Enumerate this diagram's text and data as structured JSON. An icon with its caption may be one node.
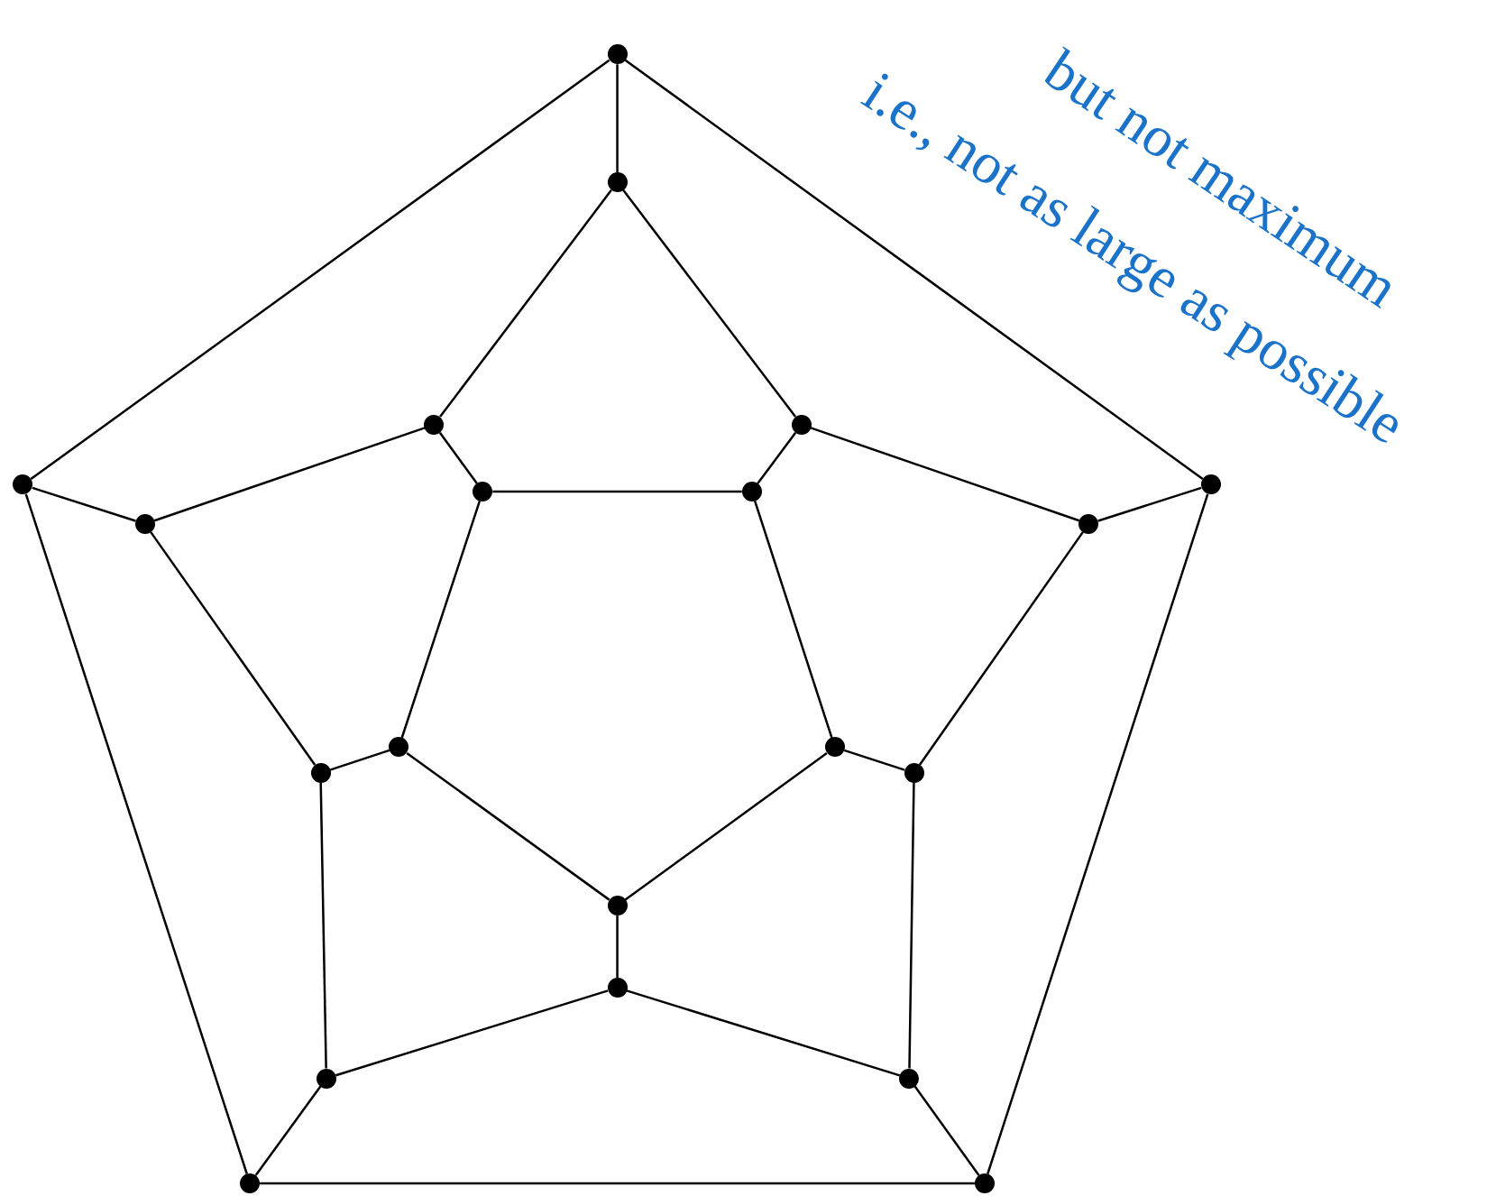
{
  "diagram": {
    "nodes": [
      {
        "text": [],
        "shape": "circle"
      },
      {
        "text": [],
        "shape": "circle"
      },
      {
        "text": [],
        "shape": "circle"
      },
      {
        "text": [],
        "shape": "circle"
      },
      {
        "text": [],
        "shape": "circle"
      },
      {
        "text": [],
        "shape": "circle"
      },
      {
        "text": [],
        "shape": "circle"
      },
      {
        "text": [],
        "shape": "circle"
      },
      {
        "text": [],
        "shape": "circle"
      },
      {
        "text": [],
        "shape": "circle"
      },
      {
        "text": [],
        "shape": "circle"
      },
      {
        "text": [],
        "shape": "circle"
      },
      {
        "text": [],
        "shape": "circle"
      },
      {
        "text": [],
        "shape": "circle"
      },
      {
        "text": [],
        "shape": "circle"
      },
      {
        "text": [],
        "shape": "circle"
      },
      {
        "text": [],
        "shape": "circle"
      },
      {
        "text": [],
        "shape": "circle"
      },
      {
        "text": [],
        "shape": "circle"
      },
      {
        "text": [],
        "shape": "circle"
      }
    ],
    "edges": [
      {
        "from": 0,
        "to": 1,
        "arrow": "none"
      },
      {
        "from": 0,
        "to": 4,
        "arrow": "none"
      },
      {
        "from": 0,
        "to": 5,
        "arrow": "none"
      },
      {
        "from": 1,
        "to": 2,
        "arrow": "none"
      },
      {
        "from": 1,
        "to": 3,
        "arrow": "none"
      },
      {
        "from": 2,
        "to": 6,
        "arrow": "none"
      },
      {
        "from": 2,
        "to": 8,
        "arrow": "none"
      },
      {
        "from": 3,
        "to": 7,
        "arrow": "none"
      },
      {
        "from": 3,
        "to": 9,
        "arrow": "none"
      },
      {
        "from": 6,
        "to": 7,
        "arrow": "none"
      },
      {
        "from": 4,
        "to": 8,
        "arrow": "none"
      },
      {
        "from": 5,
        "to": 9,
        "arrow": "none"
      },
      {
        "from": 4,
        "to": 18,
        "arrow": "none"
      },
      {
        "from": 5,
        "to": 19,
        "arrow": "none"
      },
      {
        "from": 8,
        "to": 12,
        "arrow": "none"
      },
      {
        "from": 9,
        "to": 13,
        "arrow": "none"
      },
      {
        "from": 6,
        "to": 10,
        "arrow": "none"
      },
      {
        "from": 7,
        "to": 11,
        "arrow": "none"
      },
      {
        "from": 10,
        "to": 12,
        "arrow": "none"
      },
      {
        "from": 11,
        "to": 13,
        "arrow": "none"
      },
      {
        "from": 10,
        "to": 14,
        "arrow": "none"
      },
      {
        "from": 11,
        "to": 14,
        "arrow": "none"
      },
      {
        "from": 14,
        "to": 15,
        "arrow": "none"
      },
      {
        "from": 12,
        "to": 16,
        "arrow": "none"
      },
      {
        "from": 13,
        "to": 17,
        "arrow": "none"
      },
      {
        "from": 15,
        "to": 16,
        "arrow": "none"
      },
      {
        "from": 15,
        "to": 17,
        "arrow": "none"
      },
      {
        "from": 16,
        "to": 18,
        "arrow": "none"
      },
      {
        "from": 17,
        "to": 19,
        "arrow": "none"
      },
      {
        "from": 18,
        "to": 19,
        "arrow": "none"
      }
    ],
    "labels": [
      "but not maximum",
      "i.e., not as large as possible"
    ]
  }
}
